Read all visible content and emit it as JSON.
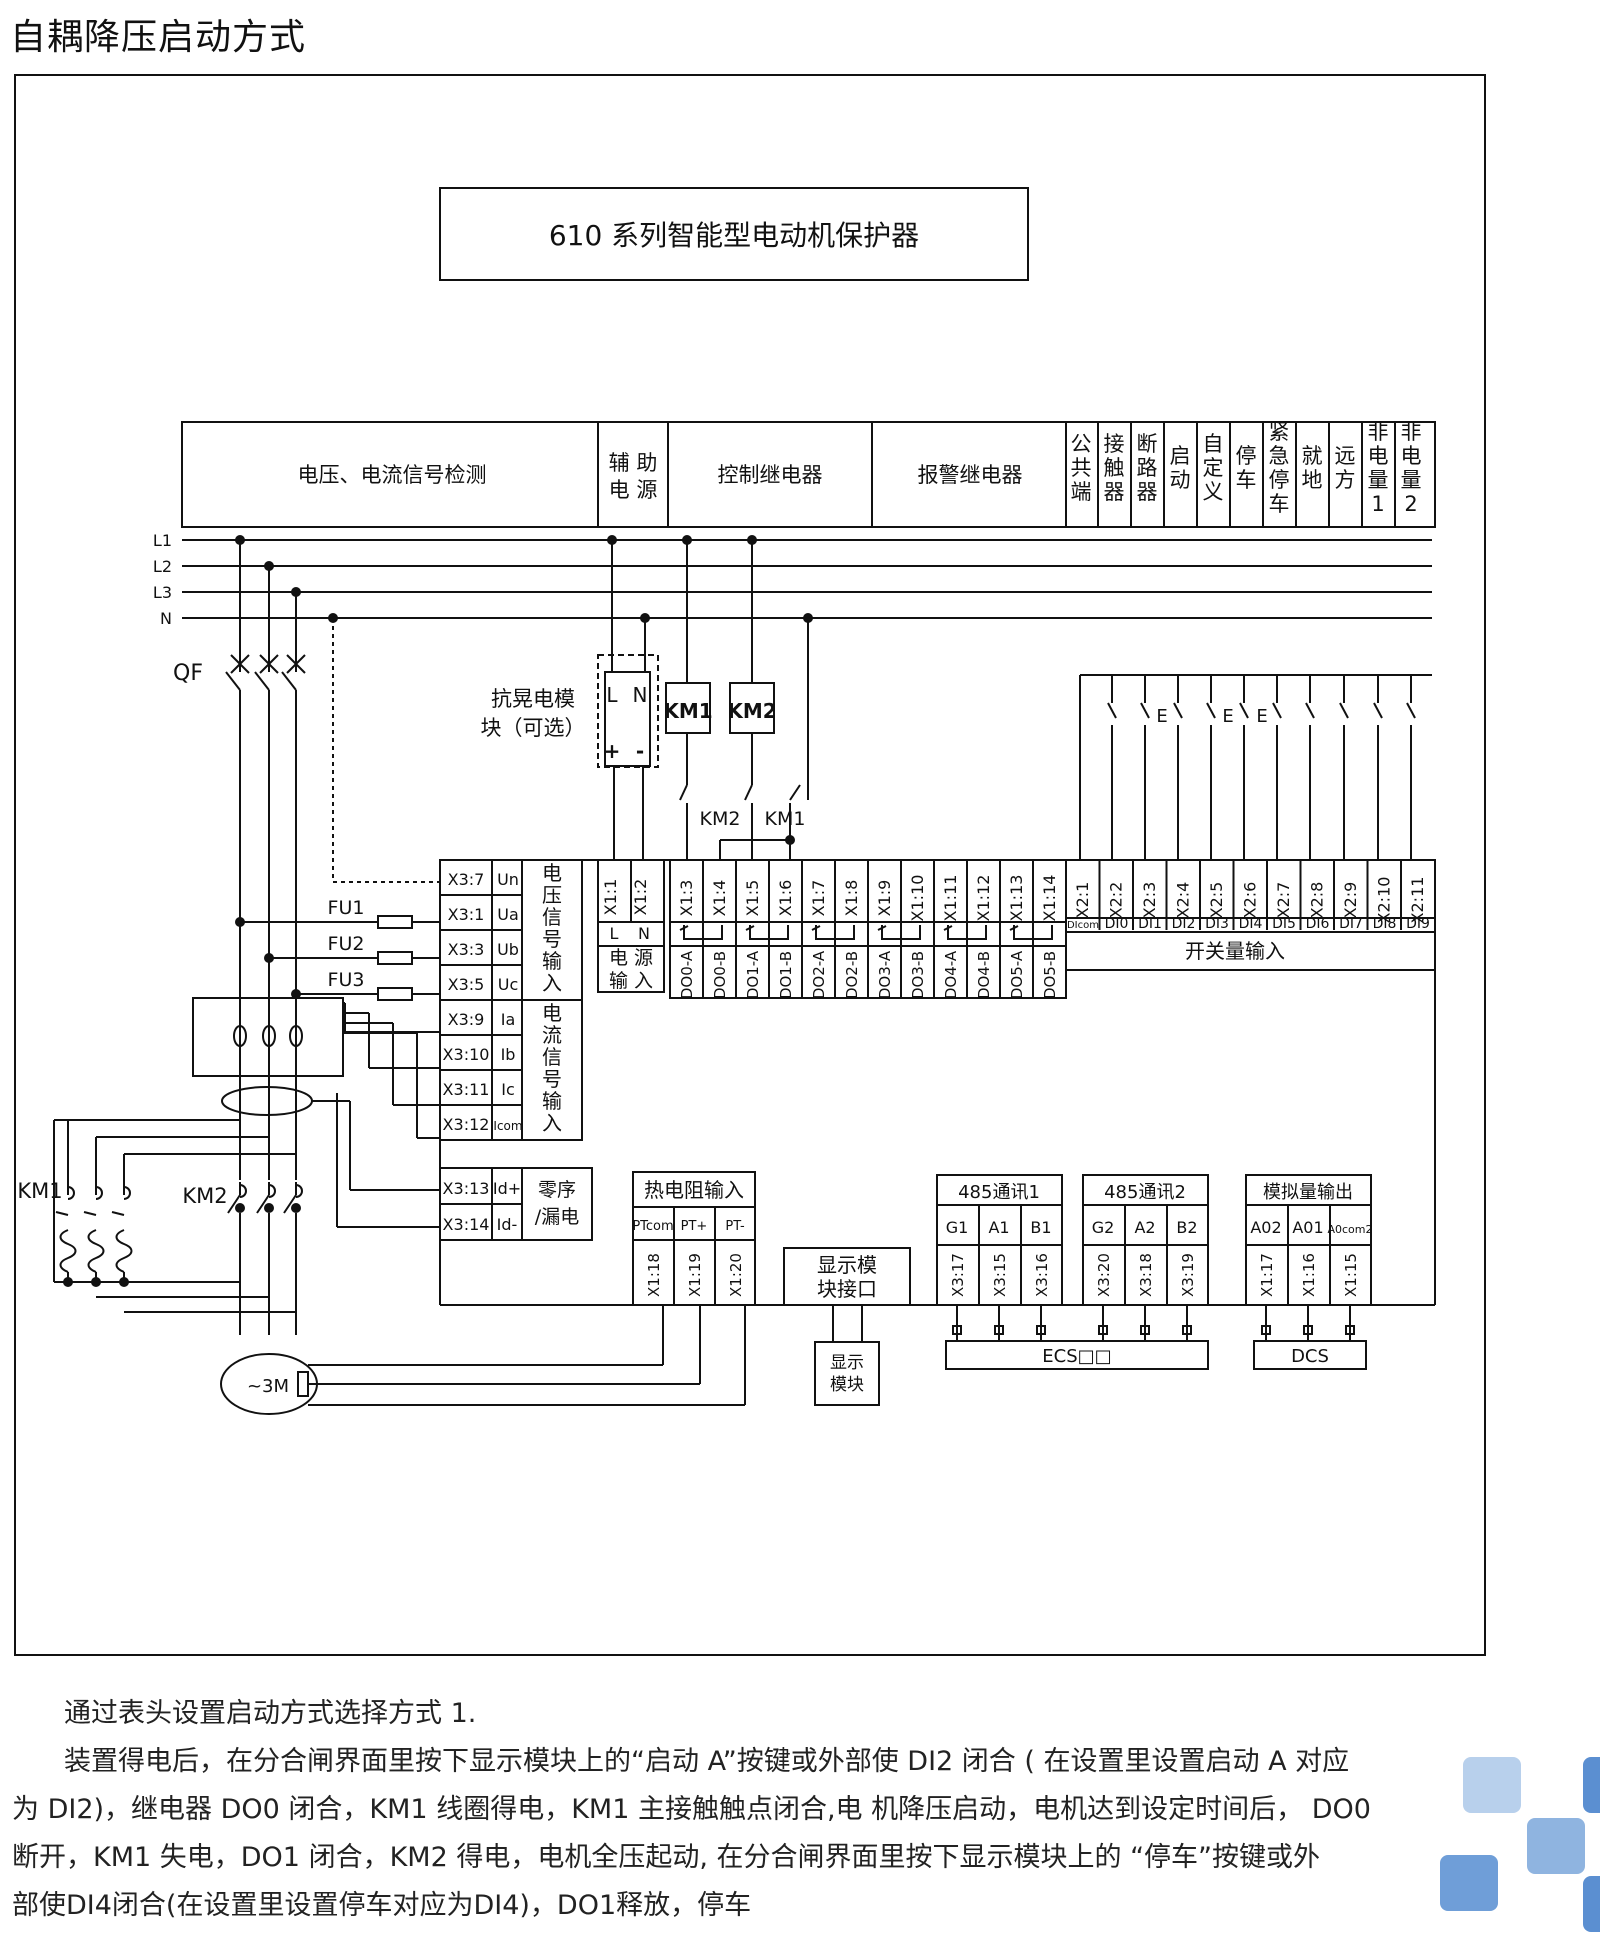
{
  "page_title": "自耦降压启动方式",
  "device_title": "610 系列智能型电动机保护器",
  "top_sections": {
    "signal_detect": "电压、电流信号检测",
    "aux_power": [
      "辅 助",
      "电 源"
    ],
    "control_relay": "控制继电器",
    "alarm_relay": "报警继电器",
    "di_headers": [
      [
        "公",
        "共",
        "端"
      ],
      [
        "接",
        "触",
        "器"
      ],
      [
        "断",
        "路",
        "器"
      ],
      [
        "启",
        "动"
      ],
      [
        "自",
        "定",
        "义"
      ],
      [
        "停",
        "车"
      ],
      [
        "紧",
        "急",
        "停",
        "车"
      ],
      [
        "就",
        "地"
      ],
      [
        "远",
        "方"
      ],
      [
        "非",
        "电",
        "量",
        "1"
      ],
      [
        "非",
        "电",
        "量",
        "2"
      ]
    ]
  },
  "bus_lines": [
    "L1",
    "L2",
    "L3",
    "N"
  ],
  "labels": {
    "qf": "QF",
    "anti_module": [
      "抗晃电模",
      "块（可选）"
    ],
    "km1": "KM1",
    "km2": "KM2",
    "motor": "~3M",
    "fu": [
      "FU1",
      "FU2",
      "FU3"
    ],
    "psu_ln": [
      "L",
      "N"
    ],
    "psu_pm": [
      "+",
      "-"
    ],
    "ecs": "ECS□□",
    "dcs": "DCS"
  },
  "x3_terminals": [
    {
      "t": "X3:7",
      "s": "Un"
    },
    {
      "t": "X3:1",
      "s": "Ua"
    },
    {
      "t": "X3:3",
      "s": "Ub"
    },
    {
      "t": "X3:5",
      "s": "Uc"
    },
    {
      "t": "X3:9",
      "s": "Ia"
    },
    {
      "t": "X3:10",
      "s": "Ib"
    },
    {
      "t": "X3:11",
      "s": "Ic"
    },
    {
      "t": "X3:12",
      "s": "Icom"
    }
  ],
  "x3_leak": [
    {
      "t": "X3:13",
      "s": "Id+"
    },
    {
      "t": "X3:14",
      "s": "Id-"
    }
  ],
  "voltage_input": [
    "电",
    "压",
    "信",
    "号",
    "输",
    "入"
  ],
  "current_input": [
    "电",
    "流",
    "信",
    "号",
    "输",
    "入"
  ],
  "leak_input": [
    "零序",
    "/漏电"
  ],
  "power_input": {
    "terms": [
      "X1:1",
      "X1:2"
    ],
    "ln": [
      "L",
      "N"
    ],
    "label": [
      "电 源",
      "输 入"
    ]
  },
  "relay_terms": [
    "X1:3",
    "X1:4",
    "X1:5",
    "X1:6",
    "X1:7",
    "X1:8",
    "X1:9",
    "X1:10",
    "X1:11",
    "X1:12",
    "X1:13",
    "X1:14"
  ],
  "relay_names": [
    "DO0-A",
    "DO0-B",
    "DO1-A",
    "DO1-B",
    "DO2-A",
    "DO2-B",
    "DO3-A",
    "DO3-B",
    "DO4-A",
    "DO4-B",
    "DO5-A",
    "DO5-B"
  ],
  "di_terms": [
    "X2:1",
    "X2:2",
    "X2:3",
    "X2:4",
    "X2:5",
    "X2:6",
    "X2:7",
    "X2:8",
    "X2:9",
    "X2:10",
    "X2:11"
  ],
  "di_names": [
    "DIcom",
    "DI0",
    "DI1",
    "DI2",
    "DI3",
    "DI4",
    "DI5",
    "DI6",
    "DI7",
    "DI8",
    "DI9"
  ],
  "switch_input": "开关量输入",
  "rtd": {
    "title": "热电阻输入",
    "cols": [
      "PTcom",
      "PT+",
      "PT-"
    ],
    "terms": [
      "X1:18",
      "X1:19",
      "X1:20"
    ]
  },
  "display": {
    "port": [
      "显示模",
      "块接口"
    ],
    "module": [
      "显示",
      "模块"
    ]
  },
  "comm1": {
    "title": "485通讯1",
    "cols": [
      "G1",
      "A1",
      "B1"
    ],
    "terms": [
      "X3:17",
      "X3:15",
      "X3:16"
    ]
  },
  "comm2": {
    "title": "485通讯2",
    "cols": [
      "G2",
      "A2",
      "B2"
    ],
    "terms": [
      "X3:20",
      "X3:18",
      "X3:19"
    ]
  },
  "analog": {
    "title": "模拟量输出",
    "cols": [
      "A02",
      "A01",
      "A0com2"
    ],
    "terms": [
      "X1:17",
      "X1:16",
      "X1:15"
    ]
  },
  "description": [
    "通过表头设置启动方式选择方式 1.",
    "装置得电后，在分合闸界面里按下显示模块上的“启动 A”按键或外部使 DI2 闭合 ( 在设置里设置启动 A 对应",
    "为 DI2)，继电器 DO0 闭合，KM1 线圈得电，KM1 主接触触点闭合,电 机降压启动，电机达到设定时间后，    DO0",
    "断开，KM1 失电，DO1 闭合，KM2 得电，电机全压起动, 在分合闸界面里按下显示模块上的 “停车”按键或外",
    "部使DI4闭合(在设置里设置停车对应为DI4)，DO1释放，停车"
  ],
  "colors": {
    "deco_light": "#b8d0ec",
    "deco_mid": "#8fb4e0",
    "deco_dark": "#5b8fd1"
  }
}
